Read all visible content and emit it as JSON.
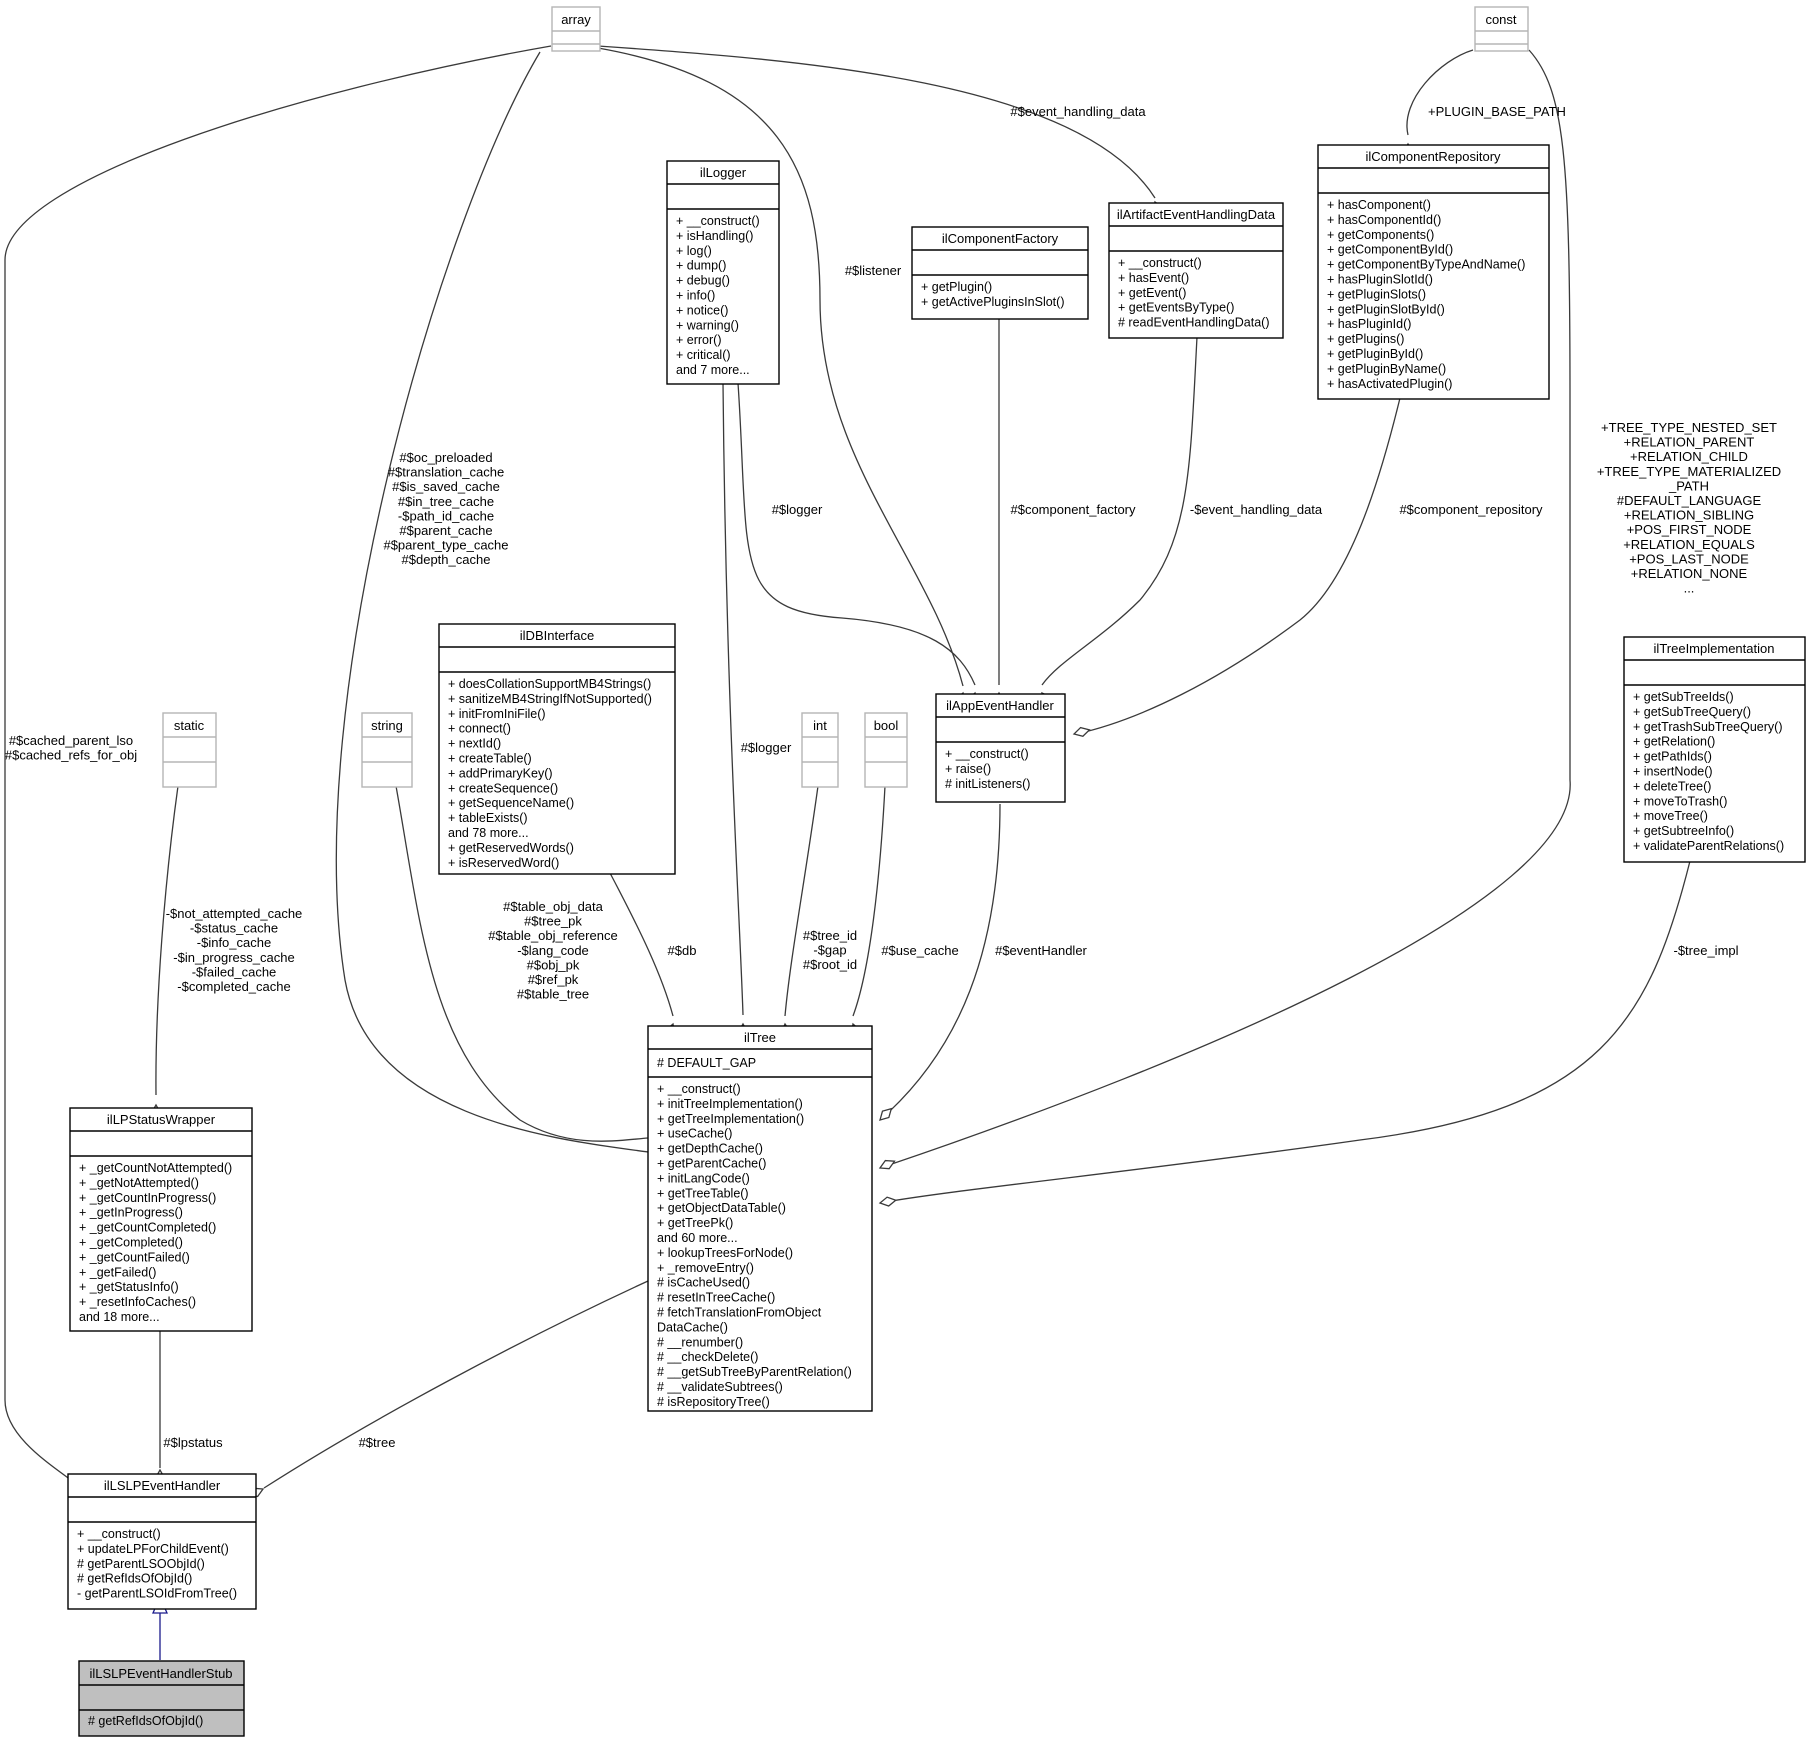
{
  "classes": {
    "array": {
      "name": "array",
      "attributes": [],
      "methods": []
    },
    "const": {
      "name": "const",
      "attributes": [],
      "methods": []
    },
    "static": {
      "name": "static",
      "attributes": [],
      "methods": []
    },
    "string": {
      "name": "string",
      "attributes": [],
      "methods": []
    },
    "int": {
      "name": "int",
      "attributes": [],
      "methods": []
    },
    "bool": {
      "name": "bool",
      "attributes": [],
      "methods": []
    },
    "ilLogger": {
      "name": "ilLogger",
      "attributes": [],
      "methods": [
        "+ __construct()",
        "+ isHandling()",
        "+ log()",
        "+ dump()",
        "+ debug()",
        "+ info()",
        "+ notice()",
        "+ warning()",
        "+ error()",
        "+ critical()",
        "and 7 more..."
      ]
    },
    "ilComponentFactory": {
      "name": "ilComponentFactory",
      "attributes": [],
      "methods": [
        "+ getPlugin()",
        "+ getActivePluginsInSlot()"
      ]
    },
    "ilArtifactEventHandlingData": {
      "name": "ilArtifactEventHandlingData",
      "attributes": [],
      "methods": [
        "+ __construct()",
        "+ hasEvent()",
        "+ getEvent()",
        "+ getEventsByType()",
        "# readEventHandlingData()"
      ]
    },
    "ilComponentRepository": {
      "name": "ilComponentRepository",
      "attributes": [],
      "methods": [
        "+ hasComponent()",
        "+ hasComponentId()",
        "+ getComponents()",
        "+ getComponentById()",
        "+ getComponentByTypeAndName()",
        "+ hasPluginSlotId()",
        "+ getPluginSlots()",
        "+ getPluginSlotById()",
        "+ hasPluginId()",
        "+ getPlugins()",
        "+ getPluginById()",
        "+ getPluginByName()",
        "+ hasActivatedPlugin()"
      ]
    },
    "ilDBInterface": {
      "name": "ilDBInterface",
      "attributes": [],
      "methods": [
        "+ doesCollationSupportMB4Strings()",
        "+ sanitizeMB4StringIfNotSupported()",
        "+ initFromIniFile()",
        "+ connect()",
        "+ nextId()",
        "+ createTable()",
        "+ addPrimaryKey()",
        "+ createSequence()",
        "+ getSequenceName()",
        "+ tableExists()",
        "and 78 more...",
        "+ getReservedWords()",
        "+ isReservedWord()"
      ]
    },
    "ilAppEventHandler": {
      "name": "ilAppEventHandler",
      "attributes": [],
      "methods": [
        "+ __construct()",
        "+ raise()",
        "# initListeners()"
      ]
    },
    "ilTreeImplementation": {
      "name": "ilTreeImplementation",
      "attributes": [],
      "methods": [
        "+ getSubTreeIds()",
        "+ getSubTreeQuery()",
        "+ getTrashSubTreeQuery()",
        "+ getRelation()",
        "+ getPathIds()",
        "+ insertNode()",
        "+ deleteTree()",
        "+ moveToTrash()",
        "+ moveTree()",
        "+ getSubtreeInfo()",
        "+ validateParentRelations()"
      ]
    },
    "ilLPStatusWrapper": {
      "name": "ilLPStatusWrapper",
      "attributes": [],
      "methods": [
        "+ _getCountNotAttempted()",
        "+ _getNotAttempted()",
        "+ _getCountInProgress()",
        "+ _getInProgress()",
        "+ _getCountCompleted()",
        "+ _getCompleted()",
        "+ _getCountFailed()",
        "+ _getFailed()",
        "+ _getStatusInfo()",
        "+ _resetInfoCaches()",
        "and 18 more..."
      ]
    },
    "ilTree": {
      "name": "ilTree",
      "attributes": [
        "# DEFAULT_GAP"
      ],
      "methods": [
        "+ __construct()",
        "+ initTreeImplementation()",
        "+ getTreeImplementation()",
        "+ useCache()",
        "+ getDepthCache()",
        "+ getParentCache()",
        "+ initLangCode()",
        "+ getTreeTable()",
        "+ getObjectDataTable()",
        "+ getTreePk()",
        "and 60 more...",
        "+ lookupTreesForNode()",
        "+ _removeEntry()",
        "# isCacheUsed()",
        "# resetInTreeCache()",
        "# fetchTranslationFromObject",
        "DataCache()",
        "# __renumber()",
        "# __checkDelete()",
        "# __getSubTreeByParentRelation()",
        "# __validateSubtrees()",
        "# isRepositoryTree()"
      ]
    },
    "ilLSLPEventHandler": {
      "name": "ilLSLPEventHandler",
      "attributes": [],
      "methods": [
        "+ __construct()",
        "+ updateLPForChildEvent()",
        "# getParentLSOObjId()",
        "# getRefIdsOfObjId()",
        "- getParentLSOIdFromTree()"
      ]
    },
    "ilLSLPEventHandlerStub": {
      "name": "ilLSLPEventHandlerStub",
      "attributes": [],
      "methods": [
        "# getRefIdsOfObjId()"
      ]
    }
  },
  "edge_labels": {
    "event_handling_data_top": [
      "#$event_handling_data"
    ],
    "plugin_base_path": [
      "+PLUGIN_BASE_PATH"
    ],
    "listener": [
      "#$listener"
    ],
    "tree_caches": [
      "#$oc_preloaded",
      "#$translation_cache",
      "#$is_saved_cache",
      "#$in_tree_cache",
      "-$path_id_cache",
      "#$parent_cache",
      "#$parent_type_cache",
      "#$depth_cache"
    ],
    "logger_app": [
      "#$logger"
    ],
    "component_factory": [
      "#$component_factory"
    ],
    "event_handling_data_priv": [
      "-$event_handling_data"
    ],
    "component_repository": [
      "#$component_repository"
    ],
    "tree_constants": [
      "+TREE_TYPE_NESTED_SET",
      "+RELATION_PARENT",
      "+RELATION_CHILD",
      "+TREE_TYPE_MATERIALIZED",
      "_PATH",
      "#DEFAULT_LANGUAGE",
      "+RELATION_SIBLING",
      "+POS_FIRST_NODE",
      "+RELATION_EQUALS",
      "+POS_LAST_NODE",
      "+RELATION_NONE",
      "..."
    ],
    "cached_parent": [
      "#$cached_parent_lso",
      "#$cached_refs_for_obj"
    ],
    "logger_tree": [
      "#$logger"
    ],
    "static_caches": [
      "-$not_attempted_cache",
      "-$status_cache",
      "-$info_cache",
      "-$in_progress_cache",
      "-$failed_cache",
      "-$completed_cache"
    ],
    "table_fields": [
      "#$table_obj_data",
      "#$tree_pk",
      "#$table_obj_reference",
      "-$lang_code",
      "#$obj_pk",
      "#$ref_pk",
      "#$table_tree"
    ],
    "db": [
      "#$db"
    ],
    "tree_id": [
      "#$tree_id",
      "-$gap",
      "#$root_id"
    ],
    "use_cache": [
      "#$use_cache"
    ],
    "event_handler": [
      "#$eventHandler"
    ],
    "tree_impl": [
      "-$tree_impl"
    ],
    "lpstatus": [
      "#$lpstatus"
    ],
    "tree": [
      "#$tree"
    ]
  }
}
